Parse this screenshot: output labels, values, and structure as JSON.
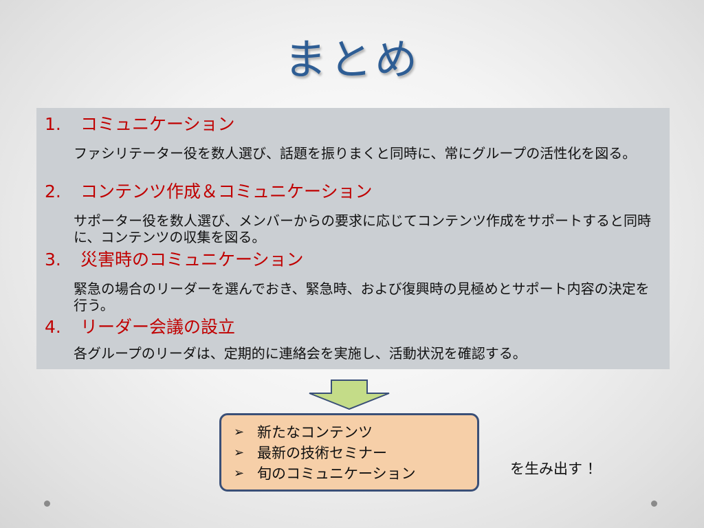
{
  "slide": {
    "title": "まとめ"
  },
  "items": [
    {
      "number": "1.",
      "heading": "コミュニケーション",
      "description": "ファシリテーター役を数人選び、話題を振りまくと同時に、常にグループの活性化を図る。"
    },
    {
      "number": "2.",
      "heading": "コンテンツ作成＆コミュニケーション",
      "description": "サポーター役を数人選び、メンバーからの要求に応じてコンテンツ作成をサポートすると同時に、コンテンツの収集を図る。"
    },
    {
      "number": "3.",
      "heading": "災害時のコミュニケーション",
      "description": "緊急の場合のリーダーを選んでおき、緊急時、および復興時の見極めとサポート内容の決定を行う。"
    },
    {
      "number": "4.",
      "heading": "リーダー会議の設立",
      "description": "各グループのリーダは、定期的に連絡会を実施し、活動状況を確認する。"
    }
  ],
  "results": {
    "bullet_glyph": "➢",
    "items": [
      "新たなコンテンツ",
      "最新の技術セミナー",
      "旬のコミュニケーション"
    ]
  },
  "tagline": "を生み出す ！",
  "icons": {
    "arrow": "down-arrow-icon",
    "bullet": "arrow-bullet-icon"
  },
  "colors": {
    "title": "#2e5d94",
    "heading": "#c00000",
    "content_box": "#cbcfd3",
    "arrow_fill": "#c4dc88",
    "arrow_stroke": "#3a4f77",
    "result_fill": "#f6cfa8",
    "result_border": "#3a4f77"
  }
}
